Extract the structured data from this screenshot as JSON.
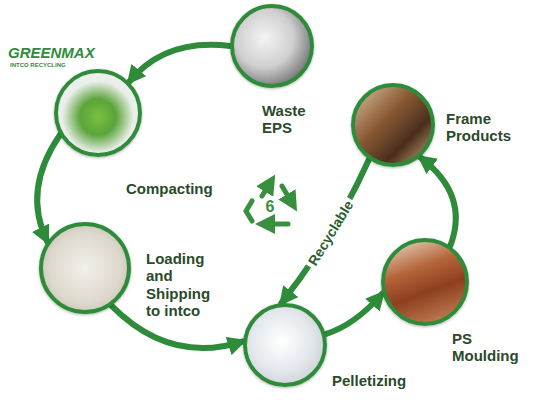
{
  "diagram": {
    "nodes": [
      {
        "text": [
          "Waste EPS"
        ]
      },
      {
        "text": [
          "Compacting"
        ]
      },
      {
        "text": [
          "Loading and Shipping to intco"
        ]
      },
      {
        "text": [
          "Pelletizing"
        ]
      },
      {
        "text": [
          "PS Moulding"
        ]
      },
      {
        "text": [
          "Frame Products"
        ]
      }
    ],
    "edges": [
      {
        "from": 0,
        "to": 1,
        "arrow": "to"
      },
      {
        "from": 1,
        "to": 2,
        "arrow": "to"
      },
      {
        "from": 2,
        "to": 3,
        "arrow": "to"
      },
      {
        "from": 3,
        "to": 4,
        "arrow": "to"
      },
      {
        "from": 4,
        "to": 5,
        "arrow": "to"
      },
      {
        "from": 5,
        "to": 3,
        "label": "Recyclable",
        "arrow": "to"
      }
    ],
    "labels": [
      "GREENMAX",
      "INTCO RECYCLING",
      "6"
    ]
  }
}
